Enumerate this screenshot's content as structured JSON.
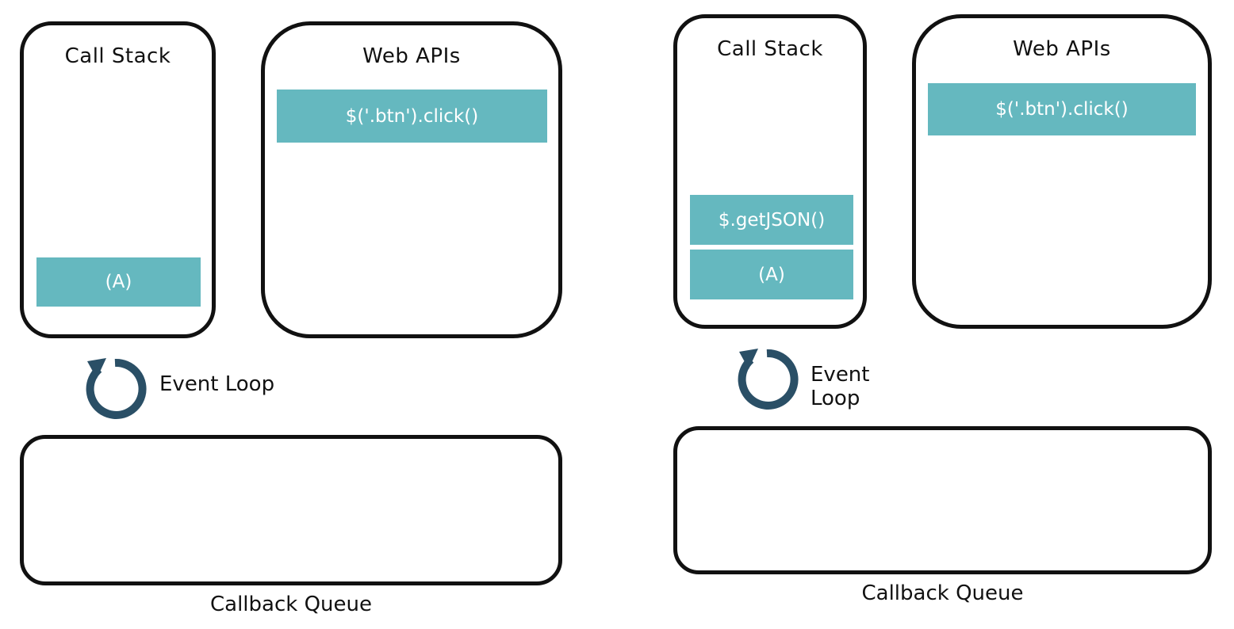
{
  "colors": {
    "frame_fill": "#65b8bf",
    "frame_text": "#ffffff",
    "outline": "#111111",
    "loop_icon": "#2a4f66"
  },
  "left": {
    "call_stack": {
      "title": "Call Stack",
      "frames": [
        "(A)"
      ]
    },
    "web_apis": {
      "title": "Web APIs",
      "items": [
        "$('.btn').click()"
      ]
    },
    "event_loop": {
      "label": "Event Loop",
      "icon": "circular-arrow-icon"
    },
    "callback_queue": {
      "label": "Callback Queue",
      "items": []
    }
  },
  "right": {
    "call_stack": {
      "title": "Call Stack",
      "frames": [
        "$.getJSON()",
        "(A)"
      ]
    },
    "web_apis": {
      "title": "Web APIs",
      "items": [
        "$('.btn').click()"
      ]
    },
    "event_loop": {
      "label": "Event Loop",
      "icon": "circular-arrow-icon"
    },
    "callback_queue": {
      "label": "Callback Queue",
      "items": []
    }
  }
}
